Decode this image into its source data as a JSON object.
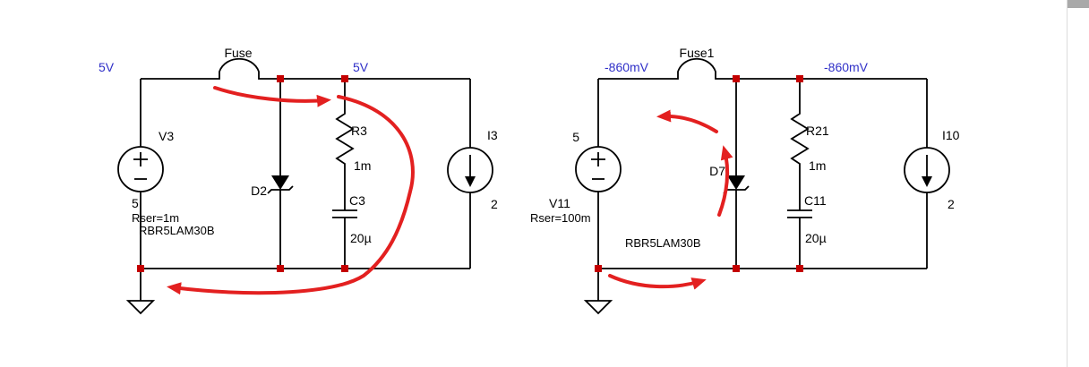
{
  "colors": {
    "wire": "#000000",
    "junction": "#c40000",
    "voltage_text": "#3030c8",
    "annotation": "#e32020",
    "ui_gray": "#a9a9a9"
  },
  "circuits": [
    {
      "id": "left",
      "fuse": "Fuse",
      "node_voltages": [
        "5V",
        "5V"
      ],
      "voltage_source": {
        "name": "V3",
        "value": "5",
        "series_resistance": "Rser=1m"
      },
      "diode": {
        "name": "D2",
        "model": "RBR5LAM30B"
      },
      "resistor": {
        "name": "R3",
        "value": "1m"
      },
      "capacitor": {
        "name": "C3",
        "value": "20µ"
      },
      "current_source": {
        "name": "I3",
        "value": "2"
      }
    },
    {
      "id": "right",
      "fuse": "Fuse1",
      "node_voltages": [
        "-860mV",
        "-860mV"
      ],
      "voltage_source": {
        "name": "V11",
        "value": "5",
        "series_resistance": "Rser=100m"
      },
      "diode": {
        "name": "D7",
        "model": "RBR5LAM30B"
      },
      "resistor": {
        "name": "R21",
        "value": "1m"
      },
      "capacitor": {
        "name": "C11",
        "value": "20µ"
      },
      "current_source": {
        "name": "I10",
        "value": "2"
      }
    }
  ]
}
